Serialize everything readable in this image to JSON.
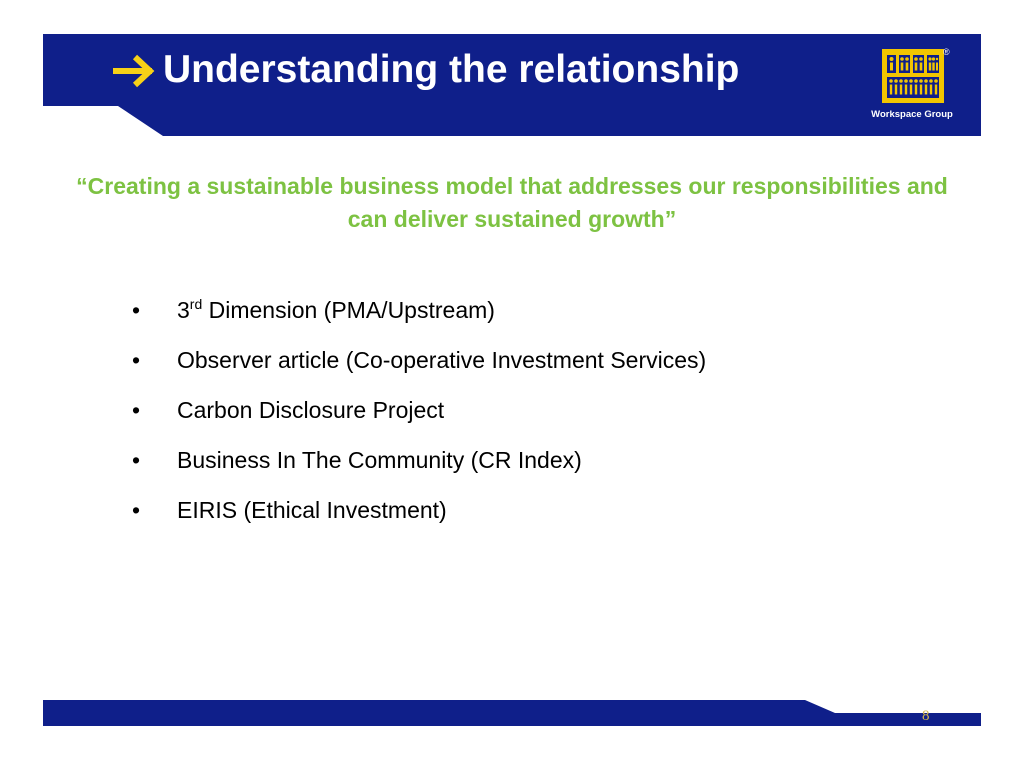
{
  "colors": {
    "navy": "#0f1f8a",
    "quote_green": "#7dc242",
    "arrow_yellow": "#f7d117",
    "logo_yellow": "#f2c500",
    "page_number": "#d4b84a"
  },
  "header": {
    "arrow_icon": "right-arrow-icon",
    "title": "Understanding the relationship",
    "logo": {
      "icon": "workspace-group-logo-icon",
      "caption": "Workspace Group",
      "registered_mark": "®"
    }
  },
  "quote": {
    "text": "“Creating a sustainable business model that addresses our responsibilities and can deliver sustained growth”"
  },
  "bullets": [
    {
      "marker": "•",
      "prefix": "3",
      "superscript": "rd",
      "text": " Dimension (PMA/Upstream)"
    },
    {
      "marker": "•",
      "text": "Observer article (Co-operative Investment Services)"
    },
    {
      "marker": "•",
      "text": "Carbon Disclosure Project"
    },
    {
      "marker": "•",
      "text": "Business In The Community (CR Index)"
    },
    {
      "marker": "•",
      "text": "EIRIS (Ethical Investment)"
    }
  ],
  "footer": {
    "page_number": "8"
  }
}
